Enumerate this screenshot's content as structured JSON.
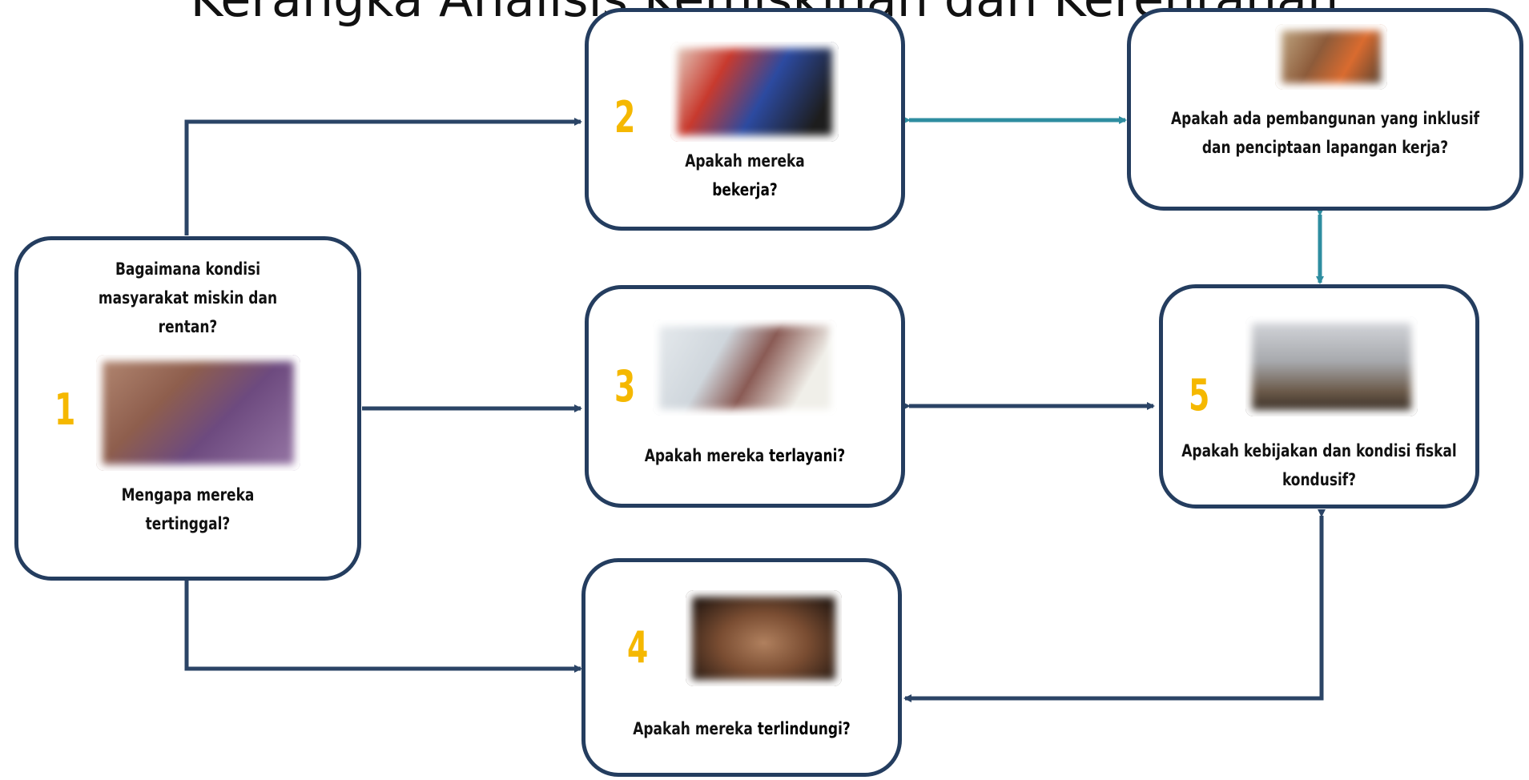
{
  "title": "Kerangka Analisis Kemiskinan dan Kerentanan",
  "colors": {
    "box_border": "#243d5f",
    "arrow_dark": "#2b4466",
    "arrow_teal": "#2e8da0",
    "number": "#f5b800"
  },
  "boxes": {
    "b1": {
      "number": "1",
      "question_top": "Bagaimana kondisi masyarakat miskin dan rentan?",
      "question_bottom": "Mengapa mereka tertinggal?",
      "photo": "mother-and-child-photo"
    },
    "b2": {
      "number": "2",
      "question_prefix": "Apakah mereka",
      "question_emph": "bekerja?",
      "photo": "worker-photo"
    },
    "b3": {
      "number": "3",
      "question_prefix": "Apakah mereka",
      "question_emph": "terlayani?",
      "photo": "health-service-photo"
    },
    "b4": {
      "number": "4",
      "question_prefix": "Apakah mereka",
      "question_emph": "terlindungi?",
      "photo": "elderly-woman-photo"
    },
    "b5": {
      "number": "5",
      "question": "Apakah kebijakan dan kondisi fiskal kondusif?",
      "photo": "fishermen-silhouette-photo"
    },
    "b6": {
      "question": "Apakah ada pembangunan yang inklusif dan penciptaan lapangan kerja?",
      "photo": "market-crowd-photo"
    }
  }
}
